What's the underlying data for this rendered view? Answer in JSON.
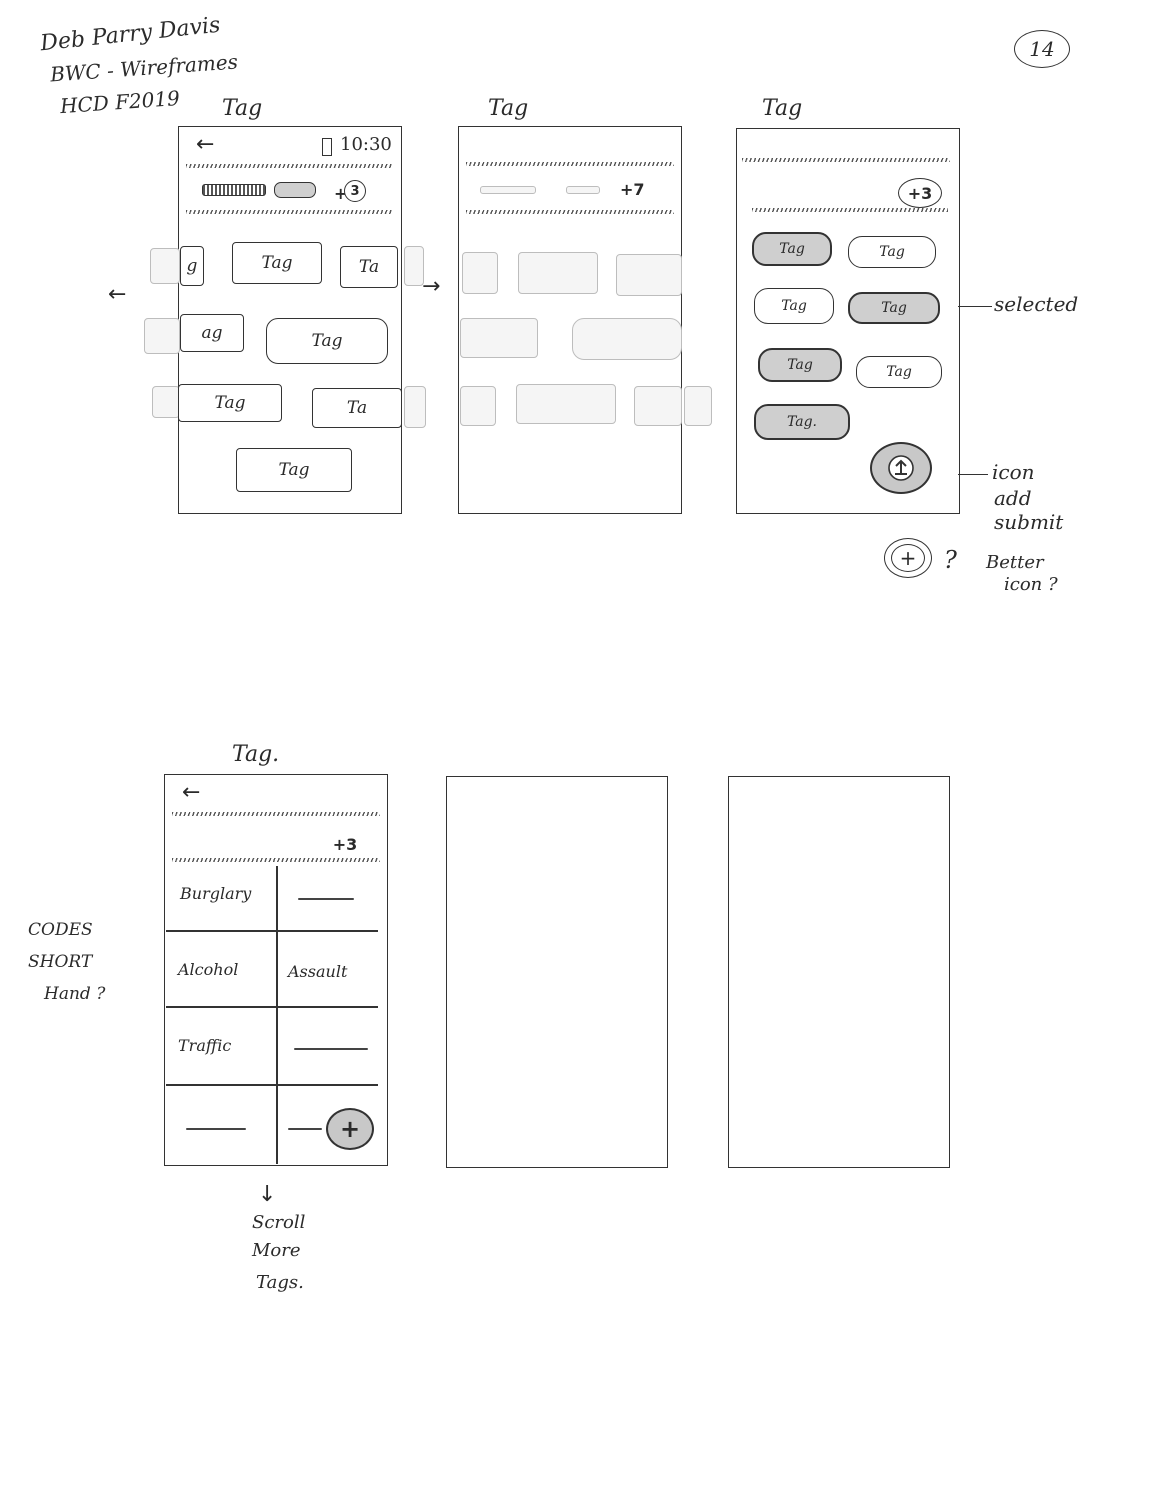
{
  "header_notes": {
    "author": "Deb Parry Davis",
    "project": "BWC - Wireframes",
    "course": "HCD F2019",
    "page_number": "14"
  },
  "screens": {
    "s1": {
      "title": "Tag",
      "time": "10:30",
      "badge": "3",
      "badge_prefix": "+",
      "tags": [
        "g",
        "Tag",
        "Ta",
        "ag",
        "Tag",
        "Tag",
        "Ta",
        "Tag"
      ]
    },
    "s2": {
      "title": "Tag",
      "count": "+7"
    },
    "s3": {
      "title": "Tag",
      "count": "+3",
      "tags": [
        "Tag",
        "Tag",
        "Tag",
        "Tag",
        "Tag",
        "Tag",
        "Tag."
      ]
    },
    "s4": {
      "title": "Tag.",
      "count": "+3",
      "grid": [
        "Burglary",
        "",
        "Alcohol",
        "Assault",
        "Traffic",
        "",
        "",
        ""
      ]
    }
  },
  "annotations": {
    "selected": "selected",
    "icon_add": "icon",
    "icon_add2": "add",
    "icon_add3": "submit",
    "better_icon": "Better",
    "better_icon2": "icon ?",
    "question": "?",
    "codes": "CODES",
    "codes2": "SHORT",
    "codes3": "Hand ?",
    "scroll": "Scroll",
    "scroll2": "More",
    "scroll3": "Tags."
  }
}
